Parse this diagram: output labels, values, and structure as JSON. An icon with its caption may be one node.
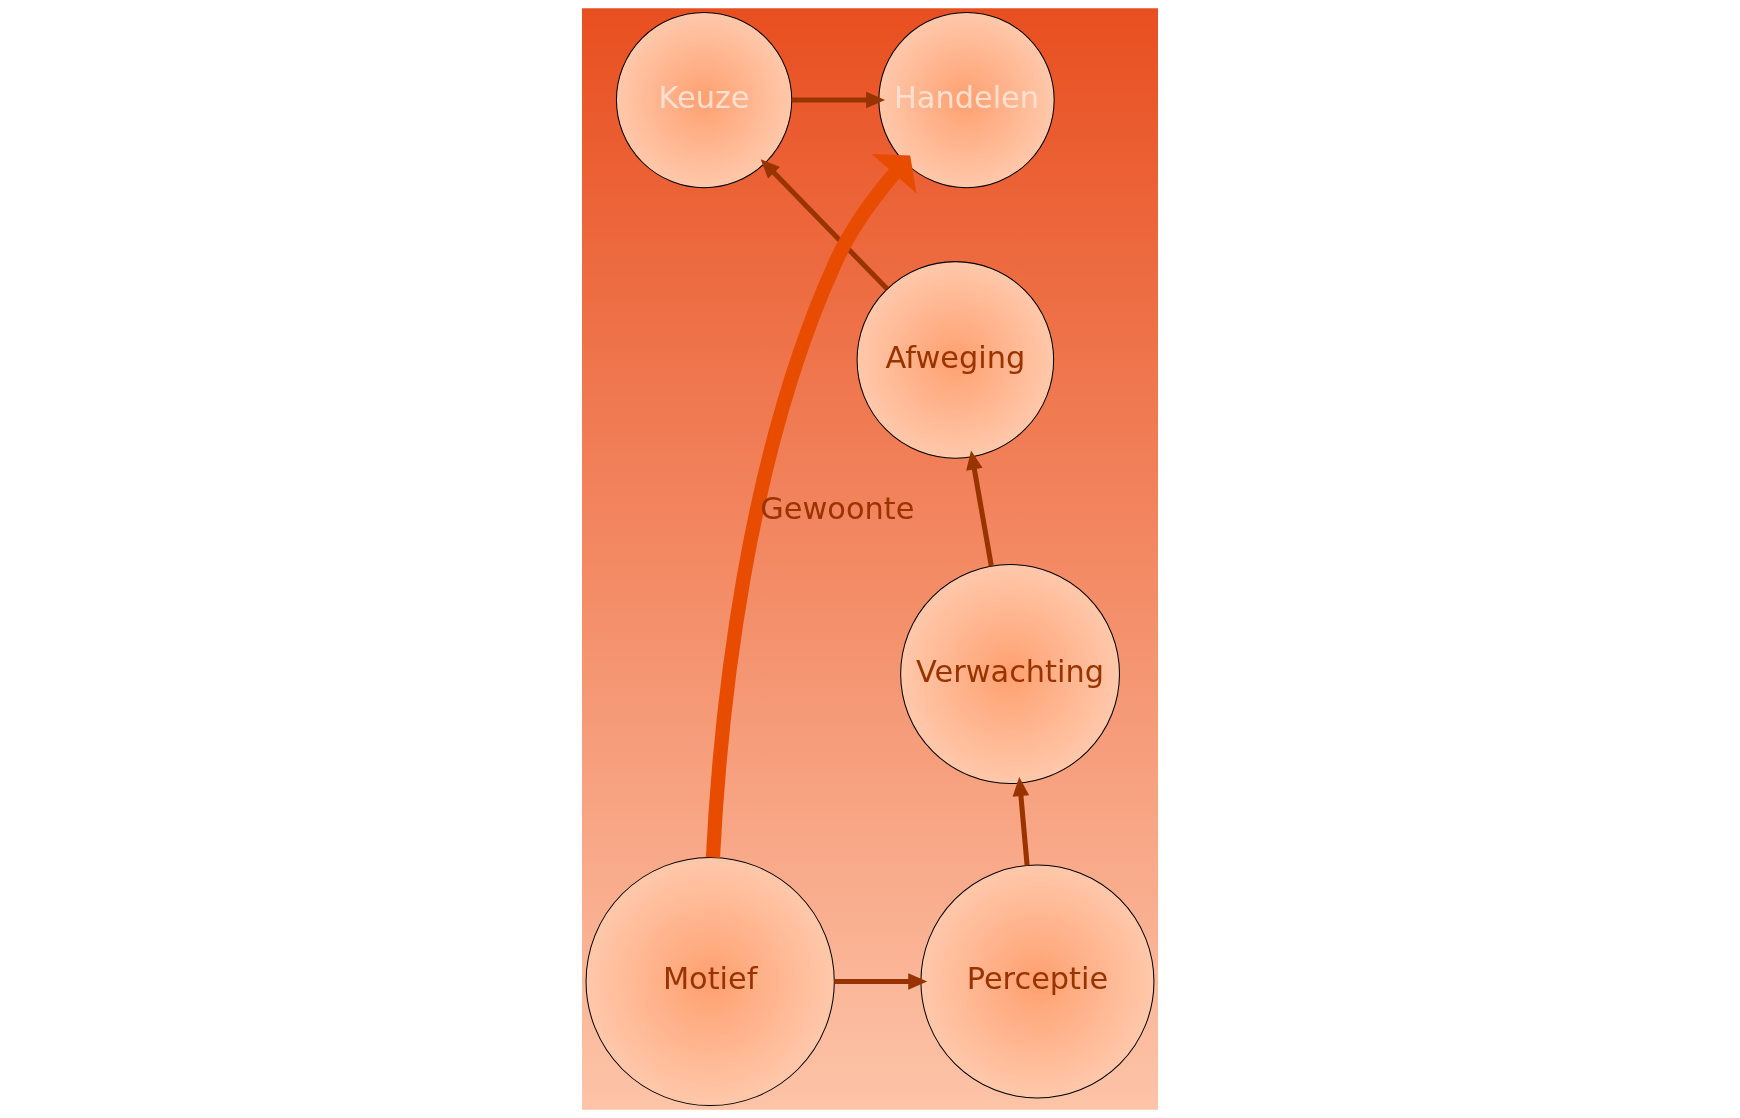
{
  "diagram": {
    "nodes": [
      {
        "text": [
          "Handelen"
        ]
      },
      {
        "text": [
          "Keuze"
        ]
      },
      {
        "text": [
          "Afweging"
        ]
      },
      {
        "text": [
          "Verwachting"
        ]
      },
      {
        "text": [
          "Motief"
        ]
      },
      {
        "text": [
          "Perceptie"
        ]
      }
    ],
    "edges": [
      {
        "from": 4,
        "to": 5,
        "arrow": "to"
      },
      {
        "from": 5,
        "to": 3,
        "arrow": "to"
      },
      {
        "from": 3,
        "to": 2,
        "arrow": "to"
      },
      {
        "from": 2,
        "to": 1,
        "arrow": "to"
      },
      {
        "from": 1,
        "to": 0,
        "arrow": "to"
      },
      {
        "from": 4,
        "to": 0,
        "arrow": "to",
        "label": "Gewoonte",
        "style": "thick",
        "color": "#e84c00"
      }
    ]
  }
}
